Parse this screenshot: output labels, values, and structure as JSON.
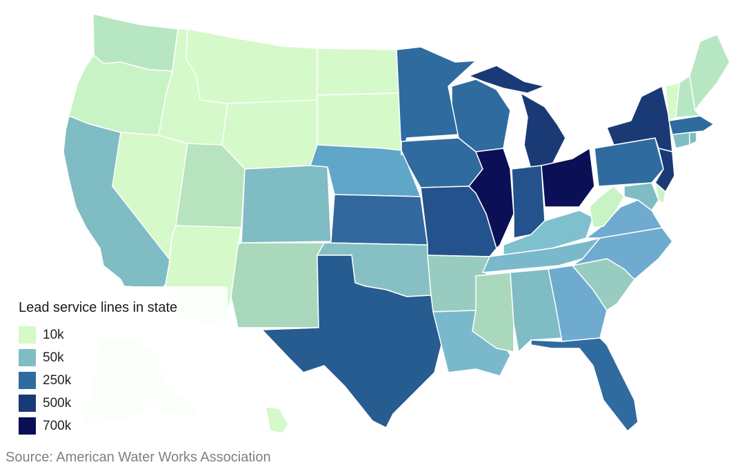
{
  "legend": {
    "title": "Lead service lines in state",
    "items": [
      {
        "label": "10k",
        "color": "#d5f9c8"
      },
      {
        "label": "50k",
        "color": "#80bcc4"
      },
      {
        "label": "250k",
        "color": "#2f6b9f"
      },
      {
        "label": "500k",
        "color": "#1a3a76"
      },
      {
        "label": "700k",
        "color": "#0a0f56"
      }
    ]
  },
  "source": "Source: American Water Works Association",
  "states": [
    {
      "id": "WA",
      "color": "#b7e6c3"
    },
    {
      "id": "OR",
      "color": "#c8f3c4"
    },
    {
      "id": "CA",
      "color": "#80bcc4"
    },
    {
      "id": "ID",
      "color": "#d5f9c8"
    },
    {
      "id": "NV",
      "color": "#d5f9c8"
    },
    {
      "id": "MT",
      "color": "#d5f9c8"
    },
    {
      "id": "WY",
      "color": "#d5f9c8"
    },
    {
      "id": "UT",
      "color": "#b7e3bf"
    },
    {
      "id": "AZ",
      "color": "#d5f9c8"
    },
    {
      "id": "CO",
      "color": "#80bcc4"
    },
    {
      "id": "NM",
      "color": "#aad8bc"
    },
    {
      "id": "ND",
      "color": "#d5f9c8"
    },
    {
      "id": "SD",
      "color": "#d5f9c8"
    },
    {
      "id": "NE",
      "color": "#5fa6c8"
    },
    {
      "id": "KS",
      "color": "#32689e"
    },
    {
      "id": "OK",
      "color": "#87c0c4"
    },
    {
      "id": "TX",
      "color": "#275c90"
    },
    {
      "id": "MN",
      "color": "#2f6b9f"
    },
    {
      "id": "IA",
      "color": "#2f6b9f"
    },
    {
      "id": "MO",
      "color": "#24528c"
    },
    {
      "id": "AR",
      "color": "#98ccc0"
    },
    {
      "id": "LA",
      "color": "#7ab8cc"
    },
    {
      "id": "WI",
      "color": "#2f6b9f"
    },
    {
      "id": "IL",
      "color": "#0a0f56"
    },
    {
      "id": "MI",
      "color": "#1a3a76"
    },
    {
      "id": "IN",
      "color": "#24528c"
    },
    {
      "id": "OH",
      "color": "#0a0f56"
    },
    {
      "id": "KY",
      "color": "#7fc0cf"
    },
    {
      "id": "TN",
      "color": "#7ab8cc"
    },
    {
      "id": "MS",
      "color": "#aad8bc"
    },
    {
      "id": "AL",
      "color": "#80bcc4"
    },
    {
      "id": "GA",
      "color": "#6fabcf"
    },
    {
      "id": "FL",
      "color": "#2f6b9f"
    },
    {
      "id": "SC",
      "color": "#98ccc0"
    },
    {
      "id": "NC",
      "color": "#6fabcf"
    },
    {
      "id": "VA",
      "color": "#6fabcf"
    },
    {
      "id": "WV",
      "color": "#c8f3c4"
    },
    {
      "id": "PA",
      "color": "#2f6b9f"
    },
    {
      "id": "NY",
      "color": "#1a3a76"
    },
    {
      "id": "NJ",
      "color": "#1a3a76"
    },
    {
      "id": "MD",
      "color": "#80bcc4"
    },
    {
      "id": "DE",
      "color": "#c8f3c4"
    },
    {
      "id": "CT",
      "color": "#80bcc4"
    },
    {
      "id": "RI",
      "color": "#80bcc4"
    },
    {
      "id": "MA",
      "color": "#2f6b9f"
    },
    {
      "id": "VT",
      "color": "#d5f9c8"
    },
    {
      "id": "NH",
      "color": "#b7e6c3"
    },
    {
      "id": "ME",
      "color": "#b7e6c3"
    },
    {
      "id": "AK",
      "color": "#d5f9c8"
    },
    {
      "id": "HI",
      "color": "#d5f9c8"
    }
  ]
}
